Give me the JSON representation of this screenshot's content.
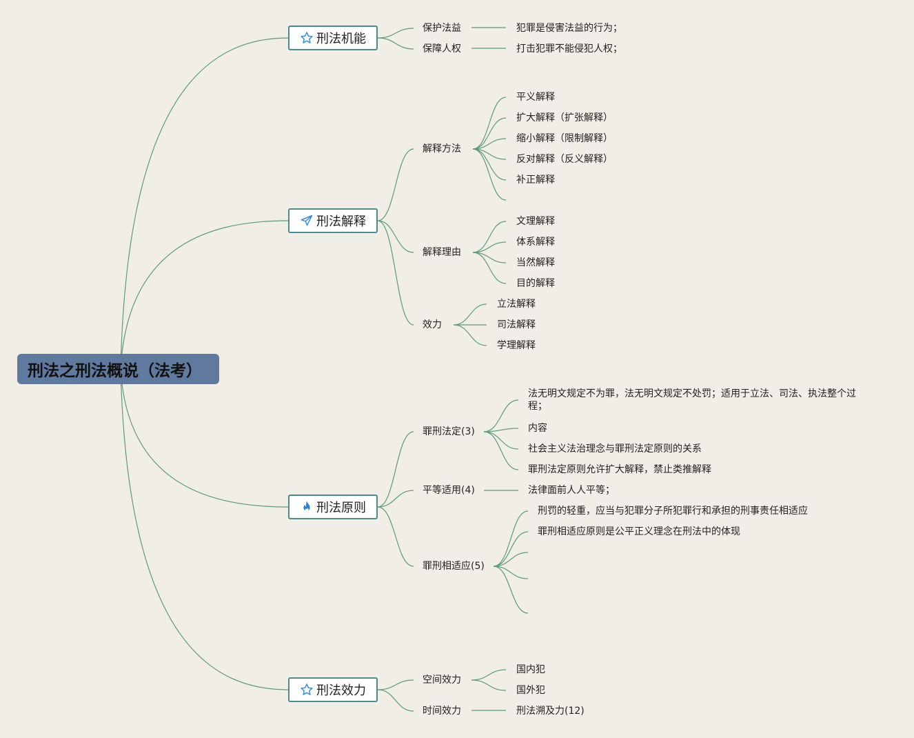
{
  "root": {
    "title": "刑法之刑法概说（法考）"
  },
  "branches": [
    {
      "label": "刑法机能",
      "icon": "star-icon",
      "children": [
        {
          "label": "保护法益",
          "children": [
            "犯罪是侵害法益的行为；"
          ]
        },
        {
          "label": "保障人权",
          "children": [
            "打击犯罪不能侵犯人权；"
          ]
        }
      ]
    },
    {
      "label": "刑法解释",
      "icon": "paper-plane-icon",
      "children": [
        {
          "label": "解释方法",
          "children": [
            "平义解释",
            "扩大解释（扩张解释）",
            "缩小解释（限制解释）",
            "反对解释（反义解释）",
            "补正解释",
            ""
          ]
        },
        {
          "label": "解释理由",
          "children": [
            "文理解释",
            "体系解释",
            "当然解释",
            "目的解释"
          ]
        },
        {
          "label": "效力",
          "children": [
            "立法解释",
            "司法解释",
            "学理解释"
          ]
        }
      ]
    },
    {
      "label": "刑法原则",
      "icon": "fire-icon",
      "children": [
        {
          "label": "罪刑法定(3)",
          "children": [
            "法无明文规定不为罪，法无明文规定不处罚；适用于立法、司法、执法整个过程；",
            "内容",
            "社会主义法治理念与罪刑法定原则的关系",
            "罪刑法定原则允许扩大解释，禁止类推解释"
          ]
        },
        {
          "label": "平等适用(4)",
          "children": [
            "法律面前人人平等；"
          ]
        },
        {
          "label": "罪刑相适应(5)",
          "children": [
            "刑罚的轻重，应当与犯罪分子所犯罪行和承担的刑事责任相适应",
            "罪刑相适应原则是公平正义理念在刑法中的体现",
            "",
            "",
            ""
          ]
        }
      ]
    },
    {
      "label": "刑法效力",
      "icon": "star-icon",
      "children": [
        {
          "label": "空间效力",
          "children": [
            "国内犯",
            "国外犯"
          ]
        },
        {
          "label": "时间效力",
          "children": [
            "刑法溯及力(12)"
          ]
        }
      ]
    }
  ],
  "colors": {
    "background": "#f1ede7",
    "root": "#60799f",
    "branch_border": "#4f8a8a",
    "edge": "#5e9a78",
    "icon": "#3a8fd6",
    "fire": "#2c7fd0"
  }
}
